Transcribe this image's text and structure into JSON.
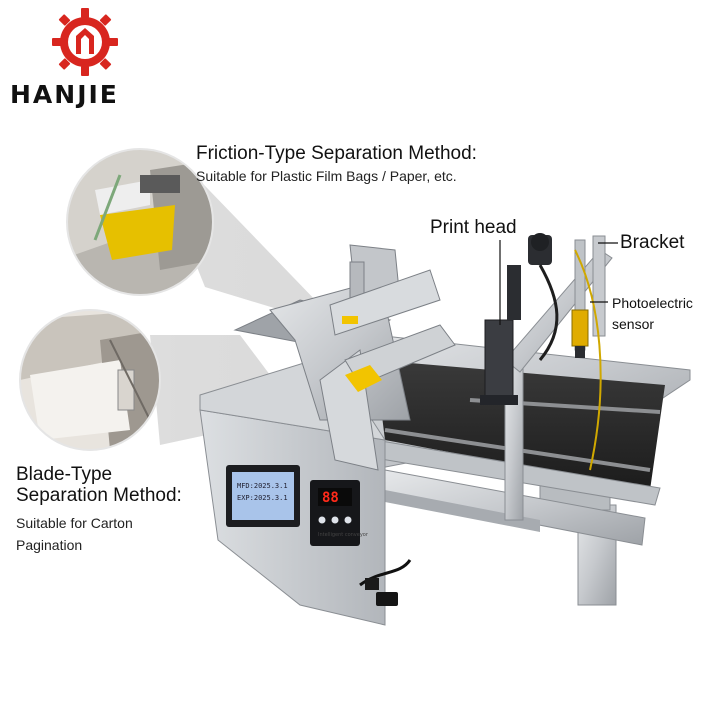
{
  "logo": {
    "name": "HANJIE"
  },
  "friction": {
    "title": "Friction-Type Separation Method:",
    "subtitle": "Suitable for Plastic Film Bags / Paper, etc."
  },
  "blade": {
    "title_line1": "Blade-Type",
    "title_line2": "Separation Method:",
    "subtitle_line1": "Suitable for Carton",
    "subtitle_line2": "Pagination"
  },
  "callouts": {
    "print_head": "Print head",
    "bracket": "Bracket",
    "sensor_line1": "Photoelectric",
    "sensor_line2": "sensor"
  },
  "control_panel": {
    "lcd_line1": "MFD:2025.3.1",
    "lcd_line2": "EXP:2025.3.1",
    "display_value": "88",
    "brand_line": "Intelligent conveyor"
  },
  "colors": {
    "logo_red": "#d8261f",
    "conveyor_belt": "#2a2a2a",
    "steel": "#c9ccd0",
    "accent_yellow": "#f2c400",
    "display_red": "#ff2a1a",
    "lcd_blue": "#a9c4ea"
  }
}
